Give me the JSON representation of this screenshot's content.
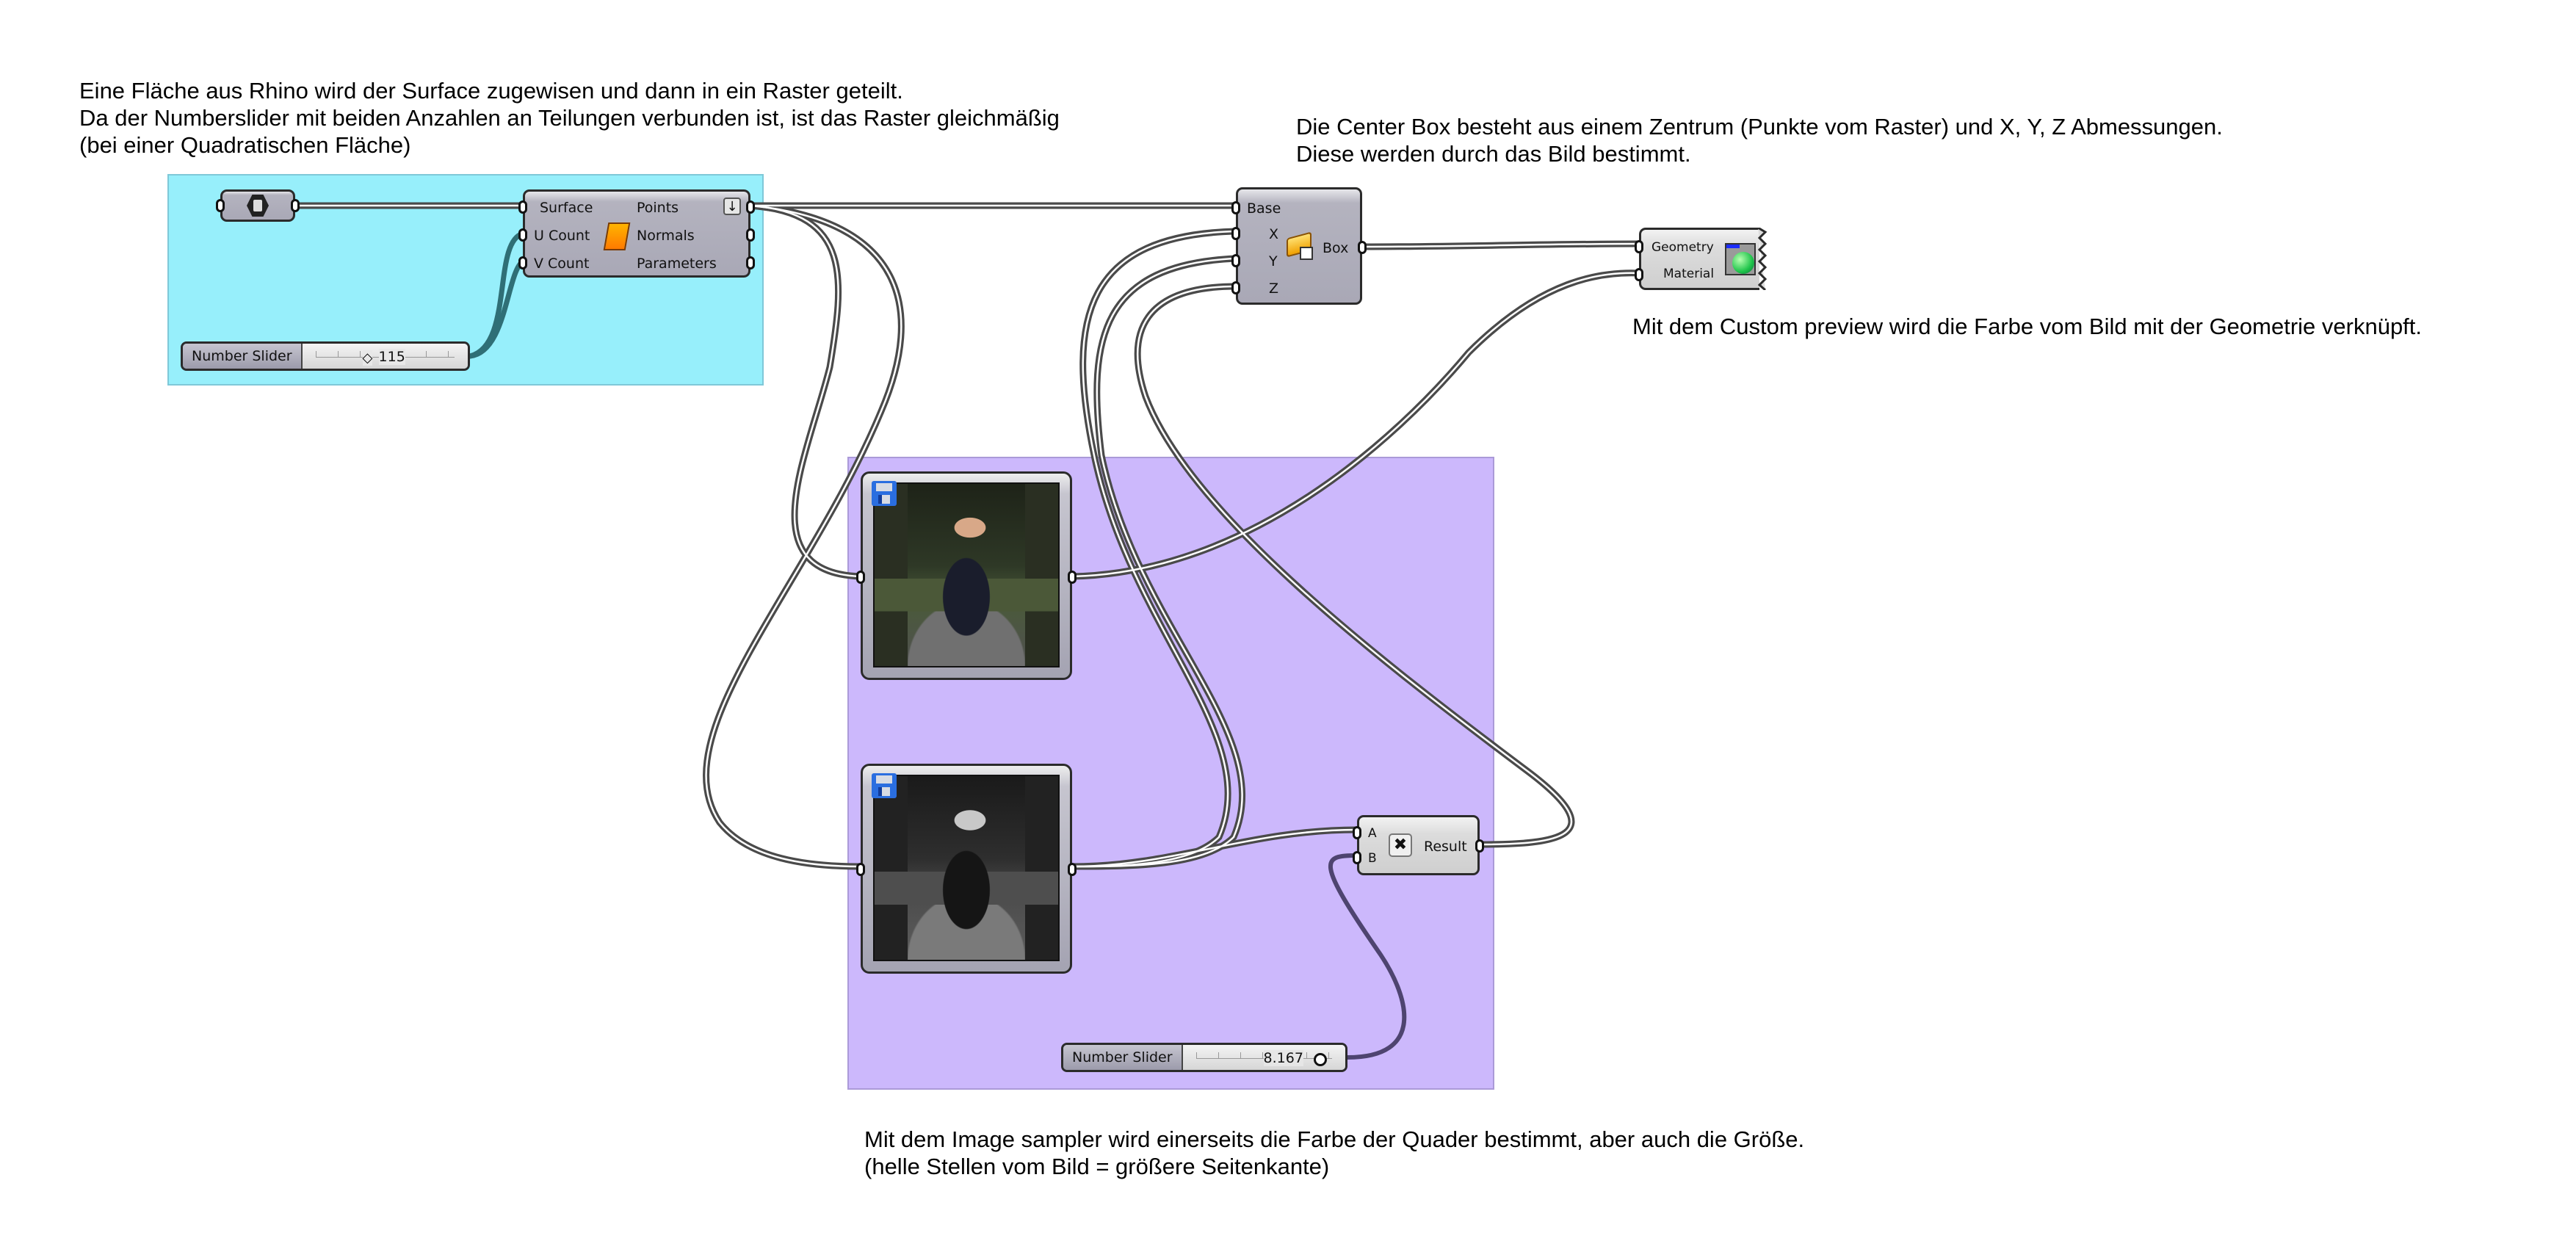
{
  "notes": {
    "surface": [
      "Eine Fläche aus Rhino wird der Surface zugewisen und dann in ein Raster geteilt.",
      "Da der Numberslider mit beiden Anzahlen an Teilungen verbunden ist, ist das Raster gleichmäßig",
      "(bei einer Quadratischen Fläche)"
    ],
    "box": [
      "Die Center Box besteht aus einem Zentrum (Punkte vom Raster) und X, Y, Z Abmessungen.",
      "Diese werden durch das Bild bestimmt."
    ],
    "preview": [
      "Mit dem Custom preview wird die Farbe vom Bild mit der Geometrie verknüpft."
    ],
    "sampler": [
      "Mit dem Image sampler wird einerseits die Farbe der Quader bestimmt, aber auch die Größe.",
      "(helle Stellen vom Bild = größere Seitenkante)"
    ]
  },
  "colors": {
    "group_blue": "#97effb",
    "group_purple": "#ccb8fc",
    "wire_grey": "#4a4a4a",
    "wire_purple": "#4e4470"
  },
  "components": {
    "surface_param": {
      "icon": "surface-param-icon"
    },
    "divide_surface": {
      "inputs": [
        "Surface",
        "U Count",
        "V Count"
      ],
      "outputs": [
        "Points",
        "Normals",
        "Parameters"
      ],
      "icon": "divide-surface-icon",
      "flag_icon": "graft-arrow-icon"
    },
    "slider_1": {
      "name": "Number Slider",
      "value": "115"
    },
    "center_box": {
      "inputs": [
        "Base",
        "X",
        "Y",
        "Z"
      ],
      "output": "Box",
      "icon": "center-box-icon"
    },
    "custom_preview": {
      "inputs": [
        "Geometry",
        "Material"
      ],
      "icon": "custom-preview-icon"
    },
    "image_sampler_1": {
      "icon": "save-icon",
      "content": "color photo of woman on forest road"
    },
    "image_sampler_2": {
      "icon": "save-icon",
      "content": "grayscale photo of woman on forest road"
    },
    "multiply": {
      "inputs": [
        "A",
        "B"
      ],
      "output": "Result",
      "icon": "multiply-icon"
    },
    "slider_2": {
      "name": "Number Slider",
      "value": "8.167"
    }
  }
}
